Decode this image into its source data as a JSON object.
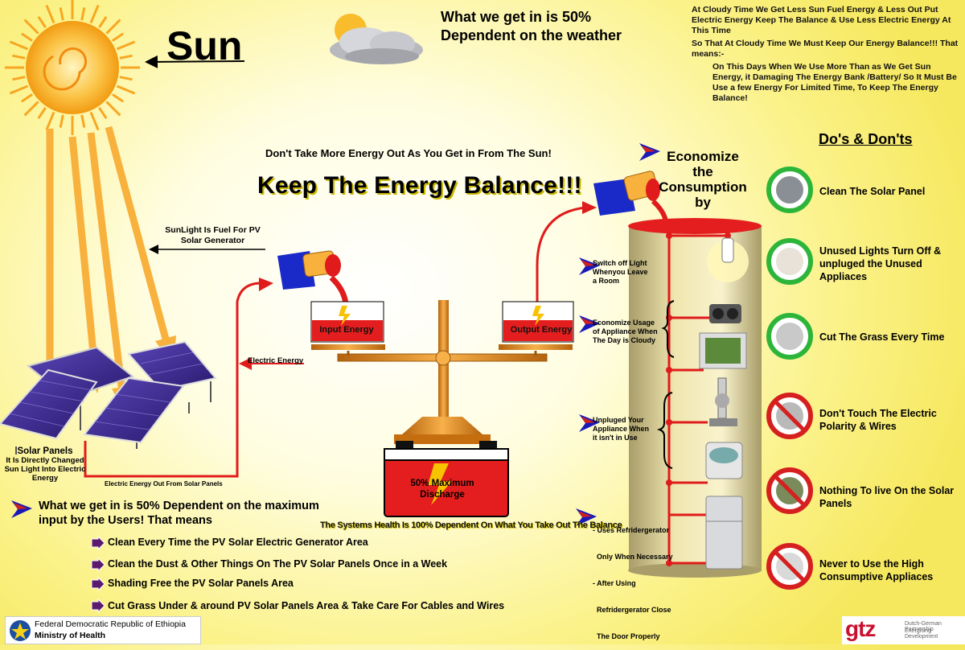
{
  "sun_title": "Sun",
  "weather_title": "What we get in is 50% Dependent on the weather",
  "cloudy_note": {
    "line1": "At Cloudy Time We Get Less Sun Fuel Energy & Less Out Put Electric Energy Keep The Balance & Use Less Electric Energy At This Time",
    "line2": "So That At Cloudy Time We Must Keep Our Energy Balance!!! That means:-",
    "line3": "On This Days When We Use More Than as We Get Sun Energy, it Damaging The Energy Bank /Battery/ So It Must Be Use a few Energy For Limited Time, To Keep The Energy Balance!"
  },
  "dont_take": "Don't Take More Energy Out As You Get in From The Sun!",
  "keep_balance": "Keep The Energy Balance!!!",
  "economize_title": "Economize the Consumption by",
  "dos_donts": {
    "title": "Do's & Don'ts",
    "items": [
      {
        "label": "Clean The Solar Panel",
        "kind": "do"
      },
      {
        "label": "Unused Lights Turn Off & unpluged the Unused Appliaces",
        "kind": "do"
      },
      {
        "label": "Cut  The Grass Every Time",
        "kind": "do"
      },
      {
        "label": "Don't Touch The Electric Polarity & Wires",
        "kind": "dont"
      },
      {
        "label": "Nothing To live On the Solar Panels",
        "kind": "dont"
      },
      {
        "label": "Never to Use the High Consumptive Appliaces",
        "kind": "dont"
      }
    ]
  },
  "sunlight_fuel": "SunLight Is Fuel For PV Solar Generator",
  "electric_energy": "Electric Energy",
  "electric_out": "Electric Energy Out From Solar Panels",
  "solar_panels": {
    "title": "Solar Panels",
    "desc": "It Is Directly Changed Sun Light Into Electric Energy"
  },
  "input_energy": "Input Energy",
  "output_energy": "Output Energy",
  "discharge": "50% Maximum Discharge",
  "health": "The Systems Health Is 100% Dependent On What You Take Out The Balance",
  "we_get": "What we get in is 50% Dependent on the maximum input by the Users! That means",
  "bullets": [
    "Clean Every Time  the PV Solar Electric Generator Area",
    "Clean the Dust & Other Things On The PV Solar Panels Once in a Week",
    "Shading Free the PV Solar Panels Area",
    "Cut Grass Under & around PV Solar Panels Area & Take Care For Cables and Wires"
  ],
  "tips": [
    "Switch off Light Whenyou Leave a Room",
    "Economize Usage of Appliance When The Day is Cloudy",
    "Unpluged Your Appliance When it isn't in Use",
    "- Uses Refridergerator Only When Necessary - After Using Refridergerator Close The Door Properly"
  ],
  "tip_lines": {
    "t0": [
      "Switch off Light",
      "Whenyou Leave",
      "a Room"
    ],
    "t1": [
      "Economize Usage",
      "of Appliance When",
      "The Day is Cloudy"
    ],
    "t2": [
      "Unpluged Your",
      "Appliance When",
      "it isn't in Use"
    ],
    "t3": [
      "- Uses Refridergerator",
      "  Only When Necessary",
      "- After Using",
      "  Refridergerator Close",
      "  The Door Properly"
    ]
  },
  "footer": {
    "gov_line1": "Federal Democratic Republic of Ethiopia",
    "gov_line2": "Ministry of Health",
    "gtz_logo": "gtz",
    "gtz_sub1": "Dutch-German Partnership",
    "gtz_sub2": "Energising Development"
  },
  "colors": {
    "sun": "#f9b233",
    "wire": "#e01b1b",
    "panel": "#3d2a8c",
    "balance": "#e8901e",
    "battery": "#e41e1e",
    "do_ring": "#2db53a",
    "dont_ring": "#d61f1f"
  }
}
